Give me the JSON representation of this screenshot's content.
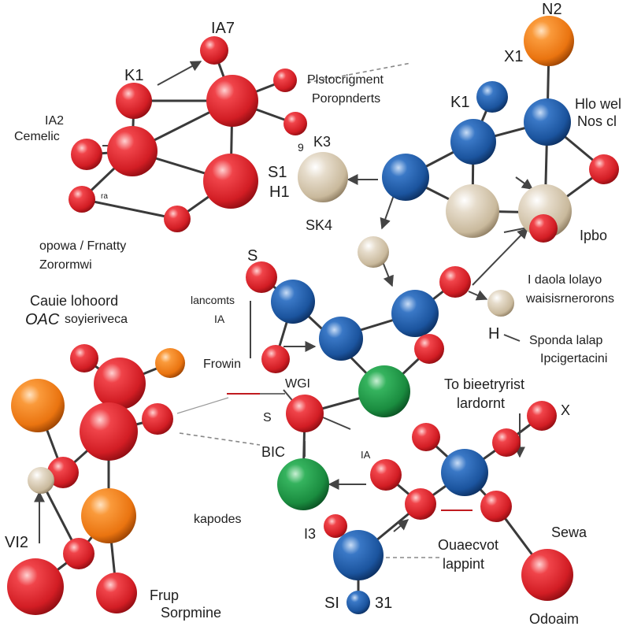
{
  "palette": {
    "red": "#e0262b",
    "blue": "#1f5fae",
    "orange": "#f07d14",
    "green": "#1f9a45",
    "beige": "#d9ccb6",
    "bond": "#3a3a3a"
  },
  "labels": {
    "ia7": "IA7",
    "k1_left": "K1",
    "n2": "N2",
    "x1": "X1",
    "ia2": "IA2",
    "cemelic": "Cemelic",
    "plstocrigment": "Plstocrigment",
    "poropnderts": "Poropnderts",
    "k1_right": "K1",
    "hlo_wel": "Hlo wel",
    "nos_cl": "Nos cl",
    "k3": "K3",
    "k3_prefix": "9",
    "s1": "S1",
    "h1": "H1",
    "small_mark": "ra",
    "sk4": "SK4",
    "opowa": "opowa / Frnatty",
    "zorormwi": "Zorormwi",
    "ipbo": "Ipbo",
    "s_mid": "S",
    "cauie": "Cauie lohoord",
    "oac": "OAC",
    "soyieriveca": "soyieriveca",
    "lancomts": "lancomts",
    "ia_small": "IA",
    "frowin": "Frowin",
    "i_daola": "I daola lolayo",
    "waisisrnerorons": "waisisrnerorons",
    "h_right": "H",
    "sponda": "Sponda lalap",
    "ipcigertacini": "Ipcigertacini",
    "to_bieetryrist": "To bieetryrist",
    "lardornt": "lardornt",
    "wgi": "WGI",
    "s_lower": "S",
    "x_mark": "X",
    "bic": "BIC",
    "ia_lower": "IA",
    "vi2": "VI2",
    "kapodes": "kapodes",
    "i3": "I3",
    "ouaecvot": "Ouaecvot",
    "lappint": "lappint",
    "sewa": "Sewa",
    "frup": "Frup",
    "sorpmine": "Sorpmine",
    "si": "SI",
    "n31": "31",
    "odoaim": "Odoaim"
  }
}
